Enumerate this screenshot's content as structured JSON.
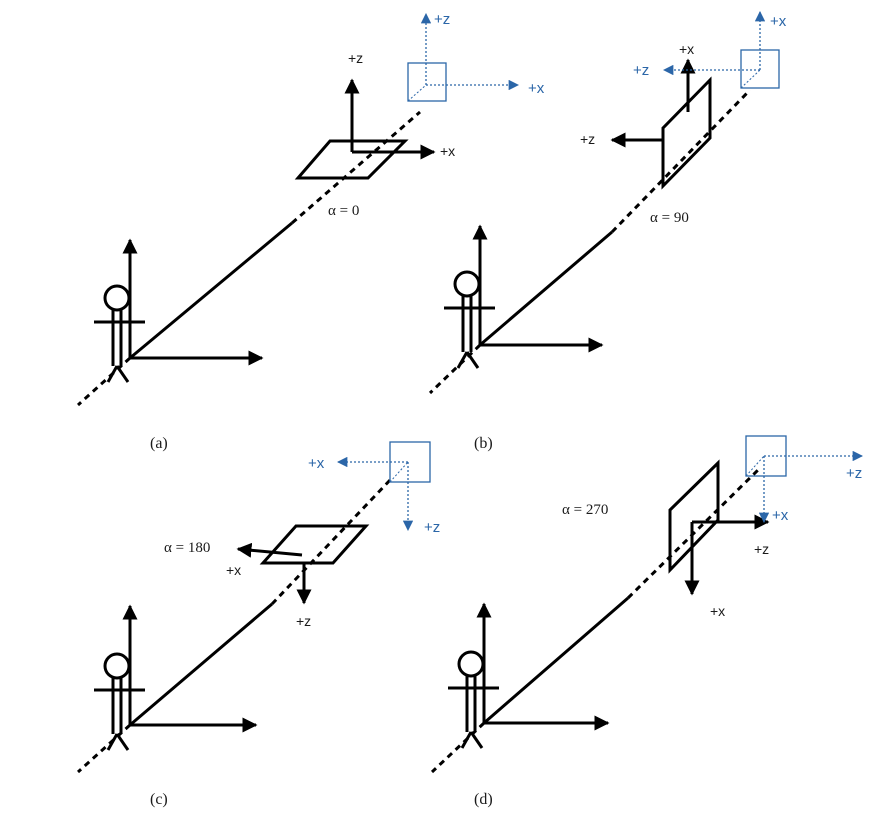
{
  "colors": {
    "ink": "#000000",
    "accent_blue": "#2b66a8"
  },
  "panels": [
    {
      "caption": "(a)",
      "alpha_label": "α = 0",
      "object_axes": {
        "z": "+z",
        "x": "+x"
      },
      "reference_axes": {
        "up": "+z",
        "right": "+x"
      }
    },
    {
      "caption": "(b)",
      "alpha_label": "α = 90",
      "object_axes": {
        "top": "+x",
        "left": "+z"
      },
      "reference_axes": {
        "up": "+x",
        "left": "+z"
      }
    },
    {
      "caption": "(c)",
      "alpha_label": "α = 180",
      "object_axes": {
        "left": "+x",
        "down": "+z"
      },
      "reference_axes": {
        "left": "+x",
        "down": "+z"
      }
    },
    {
      "caption": "(d)",
      "alpha_label": "α = 270",
      "object_axes": {
        "right": "+z",
        "down": "+x"
      },
      "reference_axes": {
        "right": "+z",
        "down": "+x"
      }
    }
  ]
}
